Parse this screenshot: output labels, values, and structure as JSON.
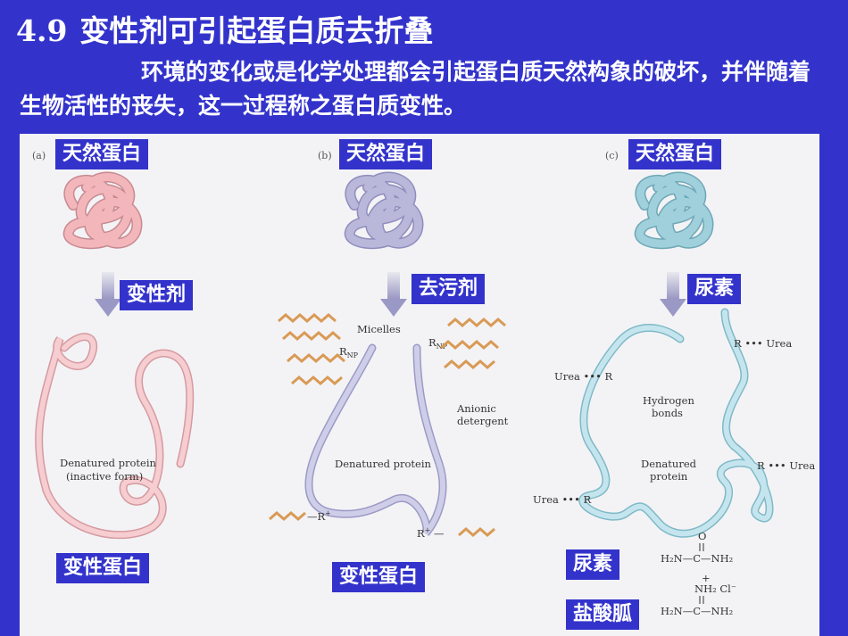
{
  "title": {
    "number": "4.9",
    "text": "变性剂可引起蛋白质去折叠"
  },
  "paragraph": "环境的变化或是化学处理都会引起蛋白质天然构象的破坏，并伴随着生物活性的丧失，这一过程称之蛋白质变性。",
  "panels": {
    "a": {
      "id": "(a)",
      "native_label": "天然蛋白",
      "agent_label": "变性剂",
      "result_label": "变性蛋白",
      "fig_text_1": "Denatured protein",
      "fig_text_2": "(inactive form)"
    },
    "b": {
      "id": "(b)",
      "native_label": "天然蛋白",
      "agent_label": "去污剂",
      "result_label": "变性蛋白",
      "micelles": "Micelles",
      "rnp": "R",
      "rnp_sub": "NP",
      "anionic": "Anionic",
      "detergent": "detergent",
      "fig_text": "Denatured protein",
      "rplus": "R",
      "minus": "−"
    },
    "c": {
      "id": "(c)",
      "native_label": "天然蛋白",
      "agent_label": "尿素",
      "urea_label": "尿素",
      "gdn_label": "盐酸胍",
      "urea_r": "Urea ••• R",
      "r_urea": "R ••• Urea",
      "hydrogen": "Hydrogen",
      "bonds": "bonds",
      "denatured": "Denatured",
      "protein": "protein",
      "urea_formula": "H₂N—C—NH₂",
      "urea_o": "O",
      "gdn_formula": "H₂N—C—NH₂",
      "gdn_top": "NH₂  Cl⁻",
      "plus": "+"
    }
  },
  "colors": {
    "bg": "#3333cc",
    "pink": "#f2b6bb",
    "lavender": "#b9b7da",
    "blue": "#9fd0dc",
    "wave": "#d99a55"
  }
}
